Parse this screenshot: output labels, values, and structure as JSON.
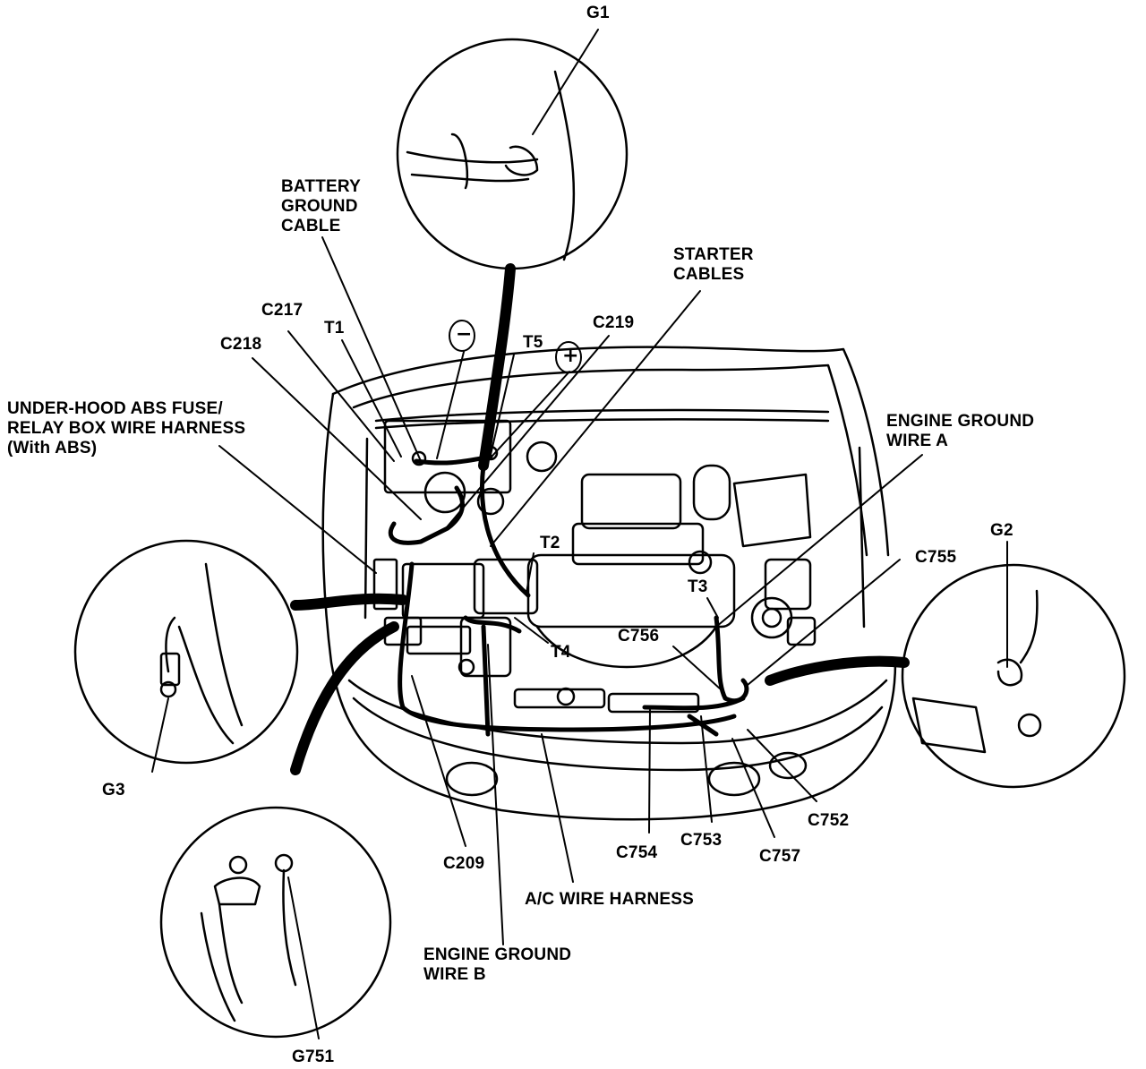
{
  "labels": {
    "g1": "G1",
    "battery_ground_cable": "BATTERY\nGROUND\nCABLE",
    "starter_cables": "STARTER\nCABLES",
    "c217": "C217",
    "t1": "T1",
    "t5": "T5",
    "c219": "C219",
    "c218": "C218",
    "minus": "−",
    "plus": "+",
    "abs_harness": "UNDER-HOOD ABS FUSE/\nRELAY BOX WIRE HARNESS\n(With ABS)",
    "engine_ground_a": "ENGINE GROUND\nWIRE A",
    "g2": "G2",
    "c755": "C755",
    "t2": "T2",
    "t3": "T3",
    "c756": "C756",
    "t4": "T4",
    "g3": "G3",
    "c209": "C209",
    "c754": "C754",
    "c753": "C753",
    "c757": "C757",
    "c752": "C752",
    "ac_harness": "A/C WIRE HARNESS",
    "engine_ground_b": "ENGINE GROUND\nWIRE B",
    "g751": "G751"
  },
  "colors": {
    "ink": "#000000",
    "paper": "#ffffff"
  }
}
